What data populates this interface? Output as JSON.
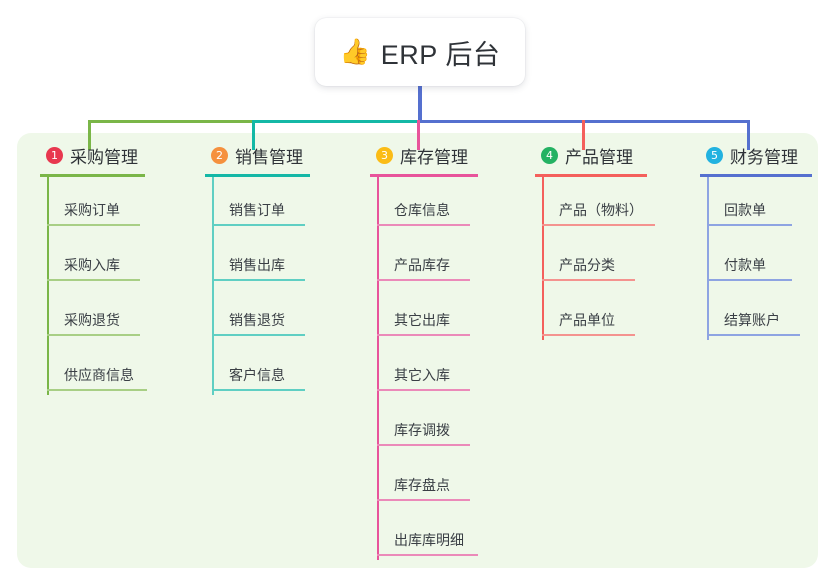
{
  "diagram": {
    "type": "mind-map",
    "background": "#ffffff",
    "panel_color": "#eff8e9",
    "root": {
      "icon": "thumbs-up-icon",
      "emoji": "👍",
      "title": "ERP 后台",
      "card_color": "#ffffff"
    },
    "branches": [
      {
        "number": "1",
        "badge_glyph": "❶",
        "label": "采购管理",
        "badge_color": "#e8384f",
        "line_color": "#7ab648",
        "connector_color": "#7ab648",
        "items": [
          "采购订单",
          "采购入库",
          "采购退货",
          "供应商信息"
        ]
      },
      {
        "number": "2",
        "badge_glyph": "❷",
        "label": "销售管理",
        "badge_color": "#f5913e",
        "line_color": "#14b8a6",
        "connector_color": "#14b8a6",
        "items": [
          "销售订单",
          "销售出库",
          "销售退货",
          "客户信息"
        ]
      },
      {
        "number": "3",
        "badge_glyph": "❸",
        "label": "库存管理",
        "badge_color": "#fbbc16",
        "line_color": "#e8549b",
        "connector_color": "#e8549b",
        "items": [
          "仓库信息",
          "产品库存",
          "其它出库",
          "其它入库",
          "库存调拨",
          "库存盘点",
          "出库库明细"
        ]
      },
      {
        "number": "4",
        "badge_glyph": "❹",
        "label": "产品管理",
        "badge_color": "#24b263",
        "line_color": "#f4605c",
        "connector_color": "#f4605c",
        "items": [
          "产品（物料）",
          "产品分类",
          "产品单位"
        ]
      },
      {
        "number": "5",
        "badge_glyph": "❺",
        "label": "财务管理",
        "badge_color": "#22b2e0",
        "line_color": "#5570cf",
        "connector_color": "#5570cf",
        "items": [
          "回款单",
          "付款单",
          "结算账户"
        ]
      }
    ],
    "trunk": {
      "color": "#5570cf",
      "bus_segments": [
        {
          "color": "#7ab648",
          "note": "left-segment"
        },
        {
          "color": "#14b8a6",
          "note": "mid-left-segment"
        },
        {
          "color": "#5570cf",
          "note": "right-segment"
        }
      ]
    }
  }
}
